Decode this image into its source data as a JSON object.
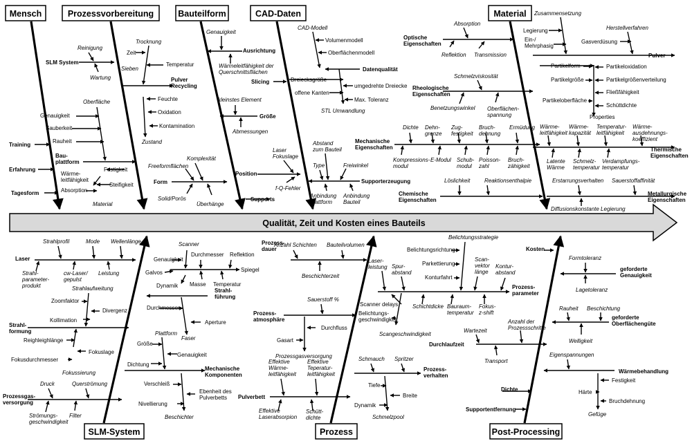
{
  "spine": {
    "label": "Qualität, Zeit und Kosten eines Bauteils",
    "fill": "#d9d9d9"
  },
  "headers": {
    "mensch": "Mensch",
    "prozessvorbereitung": "Prozessvorbereitung",
    "bauteilform": "Bauteilform",
    "cad": "CAD-Daten",
    "material": "Material",
    "slm": "SLM-System",
    "prozess": "Prozess",
    "post": "Post-Processing"
  },
  "mensch": {
    "slm_system": "SLM System",
    "reinigung": "Reinigung",
    "wartung": "Wartung",
    "training": "Training",
    "erfahrung": "Erfahrung",
    "tagesform": "Tagesform",
    "bauplattform": "Bau-\nplattform",
    "items": [
      "Oberfläche",
      "Genauigkeit",
      "Sauberkeit",
      "Rauheit",
      "Festigkeit",
      "Wärme-\nleitfähigkeit",
      "Steifigkeit",
      "Absorption",
      "Material"
    ]
  },
  "prozessvorbereitung": {
    "trocknung": "Trocknung",
    "zeit": "Zeit",
    "temperatur": "Temperatur",
    "sieben": "Sieben",
    "pulver_recycling": "Pulver\nRecycling",
    "feuchte": "Feuchte",
    "oxidation": "Oxidation",
    "kontamination": "Kontamination",
    "zustand": "Zustand"
  },
  "bauteilform": {
    "genauigkeit": "Genauigkeit",
    "ausrichtung": "Ausrichtung",
    "waerme_quer": "Wärmeleitfähigkeit der\nQuerschnittsflächen",
    "kleinstes": "kleinstes Element",
    "groesse": "Größe",
    "abmessungen": "Abmessungen",
    "komplexitaet": "Komplexität",
    "freeform": "Freeformflächen",
    "form": "Form",
    "solid": "Solid/Porös",
    "ueberhaenge": "Überhänge"
  },
  "cad": {
    "cad_modell": "CAD-Modell",
    "volumenmodell": "Volumenmodell",
    "oberflaechenmodell": "Oberflächenmodell",
    "datenqualitaet": "Datenqualität",
    "slicing": "Slicing",
    "dreiecksgroesse": "Dreiecksgröße",
    "umgedrehte": "umgedrehte Dreiecke",
    "offene_kanten": "offene Kanten",
    "max_toleranz": "Max. Toleranz",
    "stl": "STL Umwandlung",
    "position": "Position",
    "laser_fokuslage": "Laser\nFokuslage",
    "fq": "f-Q-Fehler",
    "supports": "Supports",
    "abstand": "Abstand\nzum Bauteil",
    "type": "Type",
    "freiwinkel": "Freiwinkel",
    "supporterzeugung": "Supporterzeugung",
    "anbindung_plattform": "Anbindung\nPlattform",
    "anbindung_bauteil": "Anbindung\nBauteil"
  },
  "material": {
    "optische": "Optische\nEigenschaften",
    "absorption": "Absorption",
    "reflektion": "Reflektion",
    "transmission": "Transmission",
    "zusammensetzung": "Zusammensetzung",
    "legierung": "Legierung",
    "ein_mehrphasig": "Ein-/\nMehrphasig",
    "herstellverfahren": "Herstellverfahren",
    "gasverduesung": "Gasverdüsung",
    "pulver": "Pulver",
    "partikelform": "Partikelform",
    "partikeloxidation": "Partikeloxidation",
    "partikelgroesse": "Partikelgröße",
    "partikelgroessenverteilung": "Partikelgrößenverteilung",
    "fliessfaehigkeit": "Fließfähigkeit",
    "partikeloberflaeche": "Partikeloberfläche",
    "schuettdichte": "Schüttdichte",
    "properties": "Properties",
    "rheologische": "Rheologische\nEigenschaften",
    "schmelzviskositaet": "Schmelzviskosität",
    "benetzungswinkel": "Benetzungswinkel",
    "oberflaechenspannung": "Oberflächen-\nspannung",
    "mechanische": "Mechanische\nEigenschaften",
    "mech_top": [
      "Dichte",
      "Dehn-\ngrenze",
      "Zug-\nfestigkeit",
      "Bruch-\ndehnung",
      "Ermüdung"
    ],
    "mech_bottom": [
      "Kompressions-\nmodul",
      "E-Modul",
      "Schub-\nmodul",
      "Poisson-\nzahl",
      "Bruch-\nzähigkeit"
    ],
    "therm_top": [
      "Wärme-\nleitfähigkeit",
      "Wärme-\nkapazität",
      "Temperatur-\nleitfähigkeit",
      "Wärme-\nausdehnungs-\nkoeffizient"
    ],
    "thermische": "Thermische\nEigenschaften",
    "therm_bottom": [
      "Latente\nWärme",
      "Schmelz-\ntemperatur",
      "Verdampfungs-\ntemperatur"
    ],
    "chemische": "Chemische\nEigenschaften",
    "loeslichkeit": "Löslichkeit",
    "reaktionsenthalpie": "Reaktionsenthalpie",
    "erstarrungsverhalten": "Erstarrungsverhalten",
    "sauerstoffaffinitaet": "Sauerstoffaffinität",
    "metallurgische": "Metallurgische\nEigenschaften",
    "diffusion": "Diffusionskonstante Legierung"
  },
  "slm": {
    "strahlprofil": "Strahlprofil",
    "mode": "Mode",
    "wellenlaenge": "Wellenlänge",
    "laser": "Laser",
    "strahlparameter": "Strahl-\nparameter-\nprodukt",
    "cw_laser": "cw-Laser/\ngepulst",
    "leistung": "Leistung",
    "strahlaufweitung": "Strahlaufweitung",
    "zoomfaktor": "Zoomfaktor",
    "divergenz": "Divergenz",
    "kollimation": "Kollimation",
    "strahlformung": "Strahl-\nformung",
    "reighleighlaenge": "Reighleighlänge",
    "fokuslage": "Fokuslage",
    "fokusdurchmesser": "Fokusdurchmesser",
    "fokussierung": "Fokussierung",
    "prozessgasversorgung": "Prozessgas-\nversorgung",
    "druck": "Druck",
    "querstroemung": "Querströmung",
    "stroemung": "Strömungs-\ngeschwindigkeit",
    "filter": "Filter",
    "scanner": "Scanner",
    "genauigkeit": "Genauigkeit",
    "durchmesser": "Durchmesser",
    "reflektion": "Reflektion",
    "galvos": "Galvos",
    "spiegel": "Spiegel",
    "dynamik": "Dynamik",
    "masse": "Masse",
    "temperatur": "Temperatur",
    "strahlfuehrung": "Strahl-\nführung",
    "durchmesser2": "Durchmesser",
    "aperture": "Aperture",
    "faser": "Faser",
    "plattform": "Plattform",
    "groesse": "Größe",
    "genauigkeit2": "Genauigkeit",
    "dichtung": "Dichtung",
    "mech_komp": "Mechanische\nKomponenten",
    "verschleiss": "Verschleiß",
    "ebenheit": "Ebenheit des\nPulverbetts",
    "nivellierung": "Nivellierung",
    "beschichter": "Beschichter"
  },
  "prozess": {
    "anzahl_schichten": "Anzahl Schichten",
    "bauteilvolumen": "Bauteilvolumen",
    "prozessdauer": "Prozess-\ndauer",
    "beschichterzeit": "Beschichterzeit",
    "sauerstoff": "Sauerstoff %",
    "prozessatmosphaere": "Prozess-\natmosphäre",
    "durchfluss": "Durchfluss",
    "gasart": "Gasart",
    "prozessgasversorgung": "Prozessgasversorgung",
    "eff_waerme": "Effektive\nWärme-\nleitfähigkeit",
    "eff_temp": "Effektive\nTeperatur-\nleitfähigkeit",
    "pulverbett": "Pulverbett",
    "eff_absorption": "Effektive\nLaserabsorpion",
    "schuettdichte": "Schütt-\ndichte",
    "belichtungsstrategie": "Belichtungsstrategie",
    "belichtungsrichtung": "Belichtungsrichtung",
    "laserleistung": "Laser-\nleistung",
    "spurabstand": "Spur-\nabstand",
    "parkettierung": "Parkettierung",
    "scanvektor": "Scan-\nvektor\nlänge",
    "konturfahrt": "Konturfahrt",
    "konturabstand": "Kontur-\nabstand",
    "prozessparameter": "Prozess-\nparameter",
    "scanner_delays": "Scanner delays",
    "belichtungsgeschw": "Belichtungs-\ngeschwindigkeit",
    "schichtdicke": "Schichtdicke",
    "bauraumtemp": "Bauraum-\ntemperatur",
    "fokus_shift": "Fokus-\nz-shift",
    "scangeschw": "Scangeschwindigkeit",
    "schmauch": "Schmauch",
    "spritzer": "Spritzer",
    "prozessverhalten": "Prozess-\nverhalten",
    "tiefe": "Tiefe",
    "breite": "Breite",
    "dynamik": "Dynamik",
    "schmelzpool": "Schmelzpool"
  },
  "post": {
    "kosten": "Kosten",
    "formtoleranz": "Formtoleranz",
    "gef_genauigkeit": "geforderte\nGenauigkeit",
    "lagetoleranz": "Lagetoleranz",
    "rauheit": "Rauheit",
    "beschichtung": "Beschichtung",
    "gef_oberflaeche": "geforderte\nOberflächengüte",
    "welligkeit": "Welligkeit",
    "durchlaufzeit": "Durchlaufzeit",
    "wartezeit": "Wartezeit",
    "anzahl_prozessschritte": "Anzahl der\nProzessschritte",
    "transport": "Transport",
    "eigenspannungen": "Eigenspannungen",
    "waermebehandlung": "Wärmebehandlung",
    "dichte": "Dichte",
    "festigkeit": "Festigkeit",
    "haerte": "Härte",
    "bruchdehnung": "Bruchdehnung",
    "gefuege": "Gefüge",
    "supportentfernung": "Supportentfernung"
  }
}
